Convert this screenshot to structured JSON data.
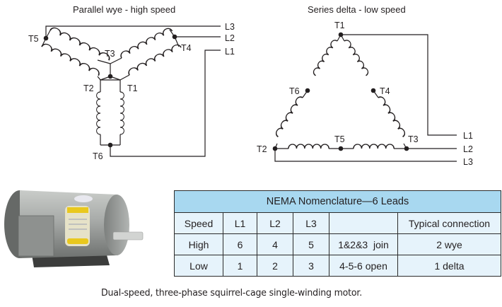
{
  "diagrams": {
    "wye": {
      "title": "Parallel wye - high speed",
      "terminals": [
        "T1",
        "T2",
        "T3",
        "T4",
        "T5",
        "T6"
      ],
      "lines": [
        "L1",
        "L2",
        "L3"
      ]
    },
    "delta": {
      "title": "Series delta - low speed",
      "terminals": [
        "T1",
        "T2",
        "T3",
        "T4",
        "T5",
        "T6"
      ],
      "lines": [
        "L1",
        "L2",
        "L3"
      ]
    }
  },
  "table": {
    "title": "NEMA Nomenclature—6 Leads",
    "headers": [
      "Speed",
      "L1",
      "L2",
      "L3",
      "",
      "Typical connection"
    ],
    "rows": [
      [
        "High",
        "6",
        "4",
        "5",
        "1&2&3  join",
        "2 wye"
      ],
      [
        "Low",
        "1",
        "2",
        "3",
        "4-5-6 open",
        "1 delta"
      ]
    ],
    "colors": {
      "header_bg": "#a8d8f0",
      "cell_bg": "#e6f3fb",
      "border": "#2b2b2b"
    }
  },
  "image": {
    "label": "motor-photo"
  },
  "caption": "Dual-speed, three-phase squirrel-cage single-winding motor."
}
